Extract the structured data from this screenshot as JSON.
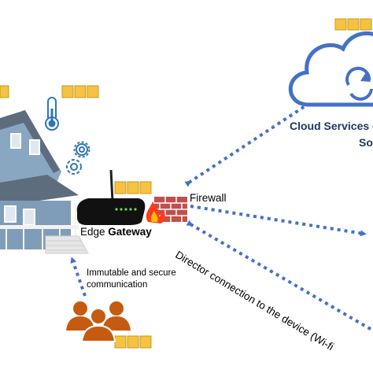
{
  "cloud": {
    "title_line1": "Cloud Services -",
    "title_line2": "So"
  },
  "gateway": {
    "label_prefix": "Edge ",
    "label_bold": "Gateway"
  },
  "firewall": {
    "label": "Firewall"
  },
  "users": {
    "label_line1": "Immutable and secure",
    "label_line2": "communication"
  },
  "director": {
    "label": "Director connection to the device (Wi-fi"
  },
  "colors": {
    "arrow": "#4472c4",
    "cloud": "#4472c4",
    "block": "#f5c242",
    "block_border": "#c99a1a",
    "people": "#c55a11",
    "brick": "#c0504d",
    "house_wall": "#7f9db9",
    "house_roof": "#5d6d7e"
  },
  "icons": [
    "cloud-sync-icon",
    "house-icon",
    "thermometer-icon",
    "gears-icon",
    "router-icon",
    "firewall-icon",
    "people-icon",
    "blockchain-icon"
  ]
}
